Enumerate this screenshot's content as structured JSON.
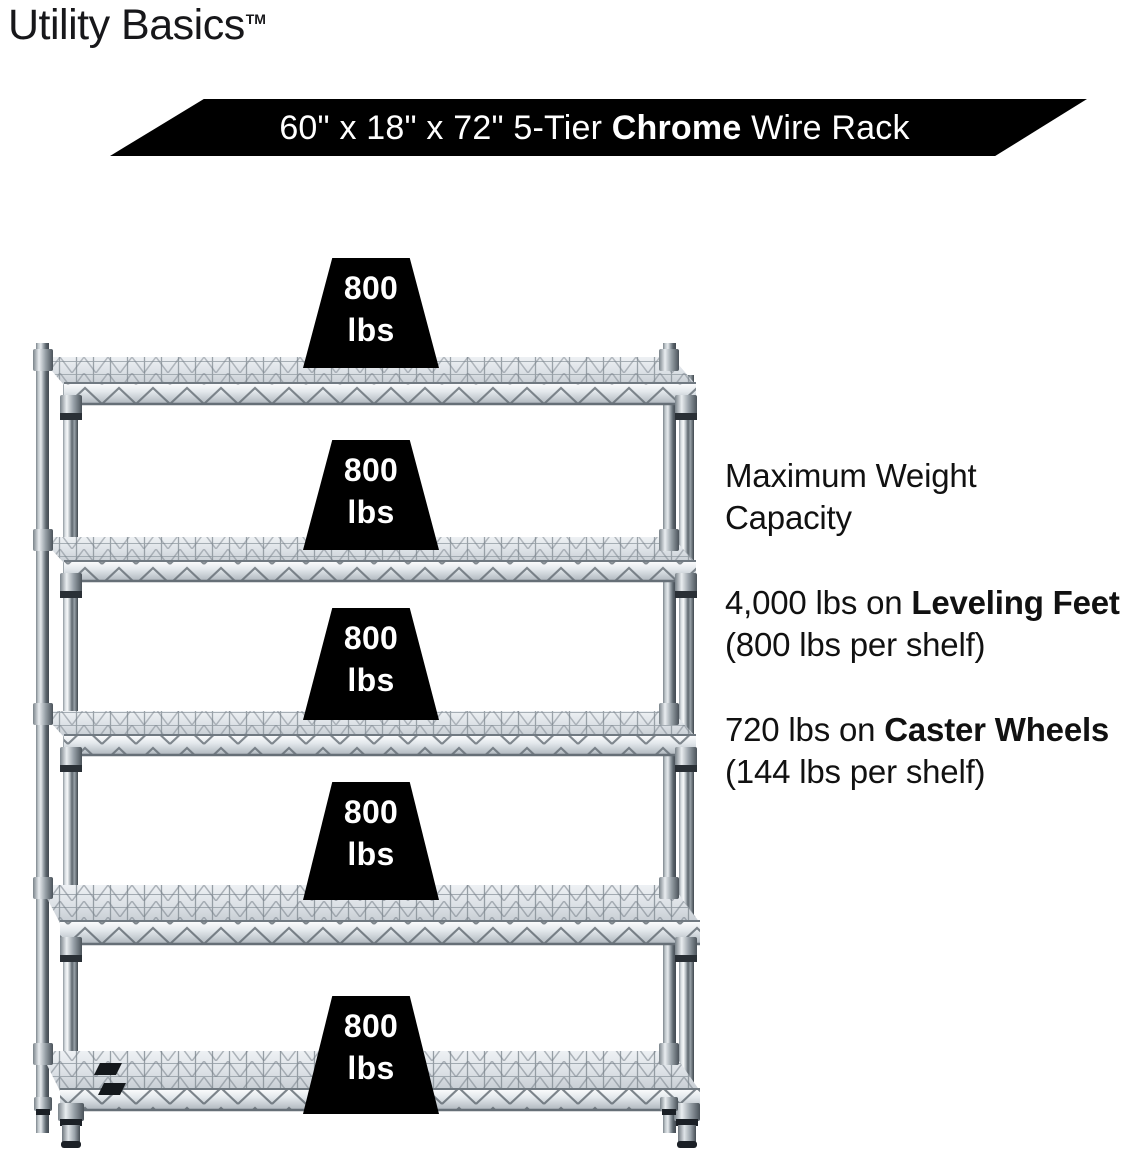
{
  "brand": {
    "name": "Utility Basics",
    "trademark": "TM"
  },
  "banner": {
    "text_before": "60\" x 18\" x 72\" 5-Tier ",
    "text_strong": "Chrome",
    "text_after": " Wire Rack",
    "full_text": "60\" x 18\" x 72\" 5-Tier Chrome Wire Rack",
    "background_color": "#000000",
    "text_color": "#FFFFFF"
  },
  "product": {
    "width_in": "60\"",
    "depth_in": "18\"",
    "height_in": "72\"",
    "tiers": "5-Tier",
    "finish": "Chrome",
    "type": "Wire Rack",
    "shelf_count": 5
  },
  "badges": [
    {
      "value": "800",
      "unit": "lbs"
    },
    {
      "value": "800",
      "unit": "lbs"
    },
    {
      "value": "800",
      "unit": "lbs"
    },
    {
      "value": "800",
      "unit": "lbs"
    },
    {
      "value": "800",
      "unit": "lbs"
    }
  ],
  "info": {
    "heading_line1": "Maximum Weight",
    "heading_line2": "Capacity",
    "heading": "Maximum Weight Capacity",
    "leveling": {
      "amount": "4,000 lbs on ",
      "emphasis": "Leveling Feet",
      "detail": " (800 lbs per shelf)"
    },
    "caster": {
      "amount": "720 lbs on ",
      "emphasis": "Caster Wheels",
      "detail": " (144 lbs per shelf)"
    }
  },
  "colors": {
    "background": "#FFFFFF",
    "text": "#111111",
    "accent_black": "#000000",
    "chrome_light": "#F2F4F6",
    "chrome_mid": "#BFC6CC",
    "chrome_dark": "#6E767D"
  }
}
